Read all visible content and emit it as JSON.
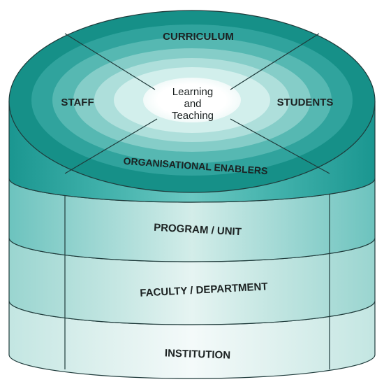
{
  "diagram": {
    "center_label": [
      "Learning",
      "and",
      "Teaching"
    ],
    "top_labels": {
      "top": "CURRICULUM",
      "left": "STAFF",
      "right": "STUDENTS",
      "bottom": "ORGANISATIONAL ENABLERS"
    },
    "levels": [
      "PROGRAM / UNIT",
      "FACULTY / DEPARTMENT",
      "INSTITUTION"
    ]
  },
  "colors": {
    "teal_dark": "#1c9c96",
    "teal_mid": "#5cbcb6",
    "teal_light": "#bfe4e1",
    "teal_pale": "#e3f3f1",
    "outline": "#1f3b3b"
  }
}
